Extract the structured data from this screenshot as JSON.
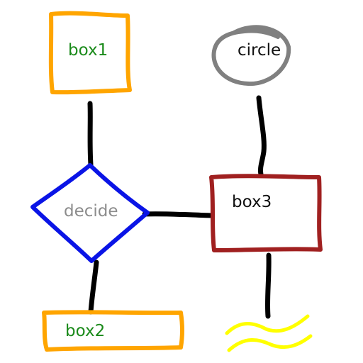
{
  "colors": {
    "background": "#ffffff",
    "connector": "#000000",
    "box_outline": "#ffa500",
    "box_text": "#1a8a1a",
    "decision_outline": "#0a14e6",
    "decision_text": "#8c8c8c",
    "circle_outline": "#808080",
    "circle_text": "#111111",
    "box3_outline": "#a02020",
    "box3_text": "#111111",
    "squiggle": "#ffff00"
  },
  "nodes": {
    "box1": {
      "label": "box1"
    },
    "decide": {
      "label": "decide"
    },
    "box2": {
      "label": "box2"
    },
    "circle": {
      "label": "circle"
    },
    "box3": {
      "label": "box3"
    }
  }
}
